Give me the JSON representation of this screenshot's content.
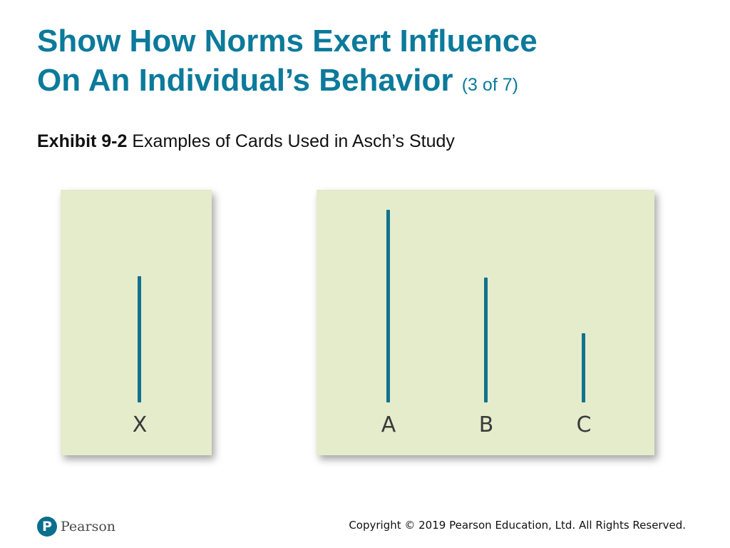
{
  "title": {
    "line1": "Show How Norms Exert Influence",
    "line2": "On An Individual’s Behavior",
    "counter": "(3 of 7)"
  },
  "exhibit": {
    "number": "Exhibit 9-2",
    "caption": "Examples of Cards Used in Asch’s Study"
  },
  "cards": {
    "standard": {
      "label": "X",
      "line_color": "#12728e"
    },
    "comparison": [
      {
        "label": "A"
      },
      {
        "label": "B"
      },
      {
        "label": "C"
      }
    ],
    "background_color": "#e4eccb"
  },
  "footer": {
    "logo_mark": "P",
    "logo_text": "Pearson",
    "copyright": "Copyright © 2019 Pearson Education, Ltd. All Rights Reserved."
  },
  "colors": {
    "title": "#0b7a9b",
    "line": "#12728e"
  }
}
